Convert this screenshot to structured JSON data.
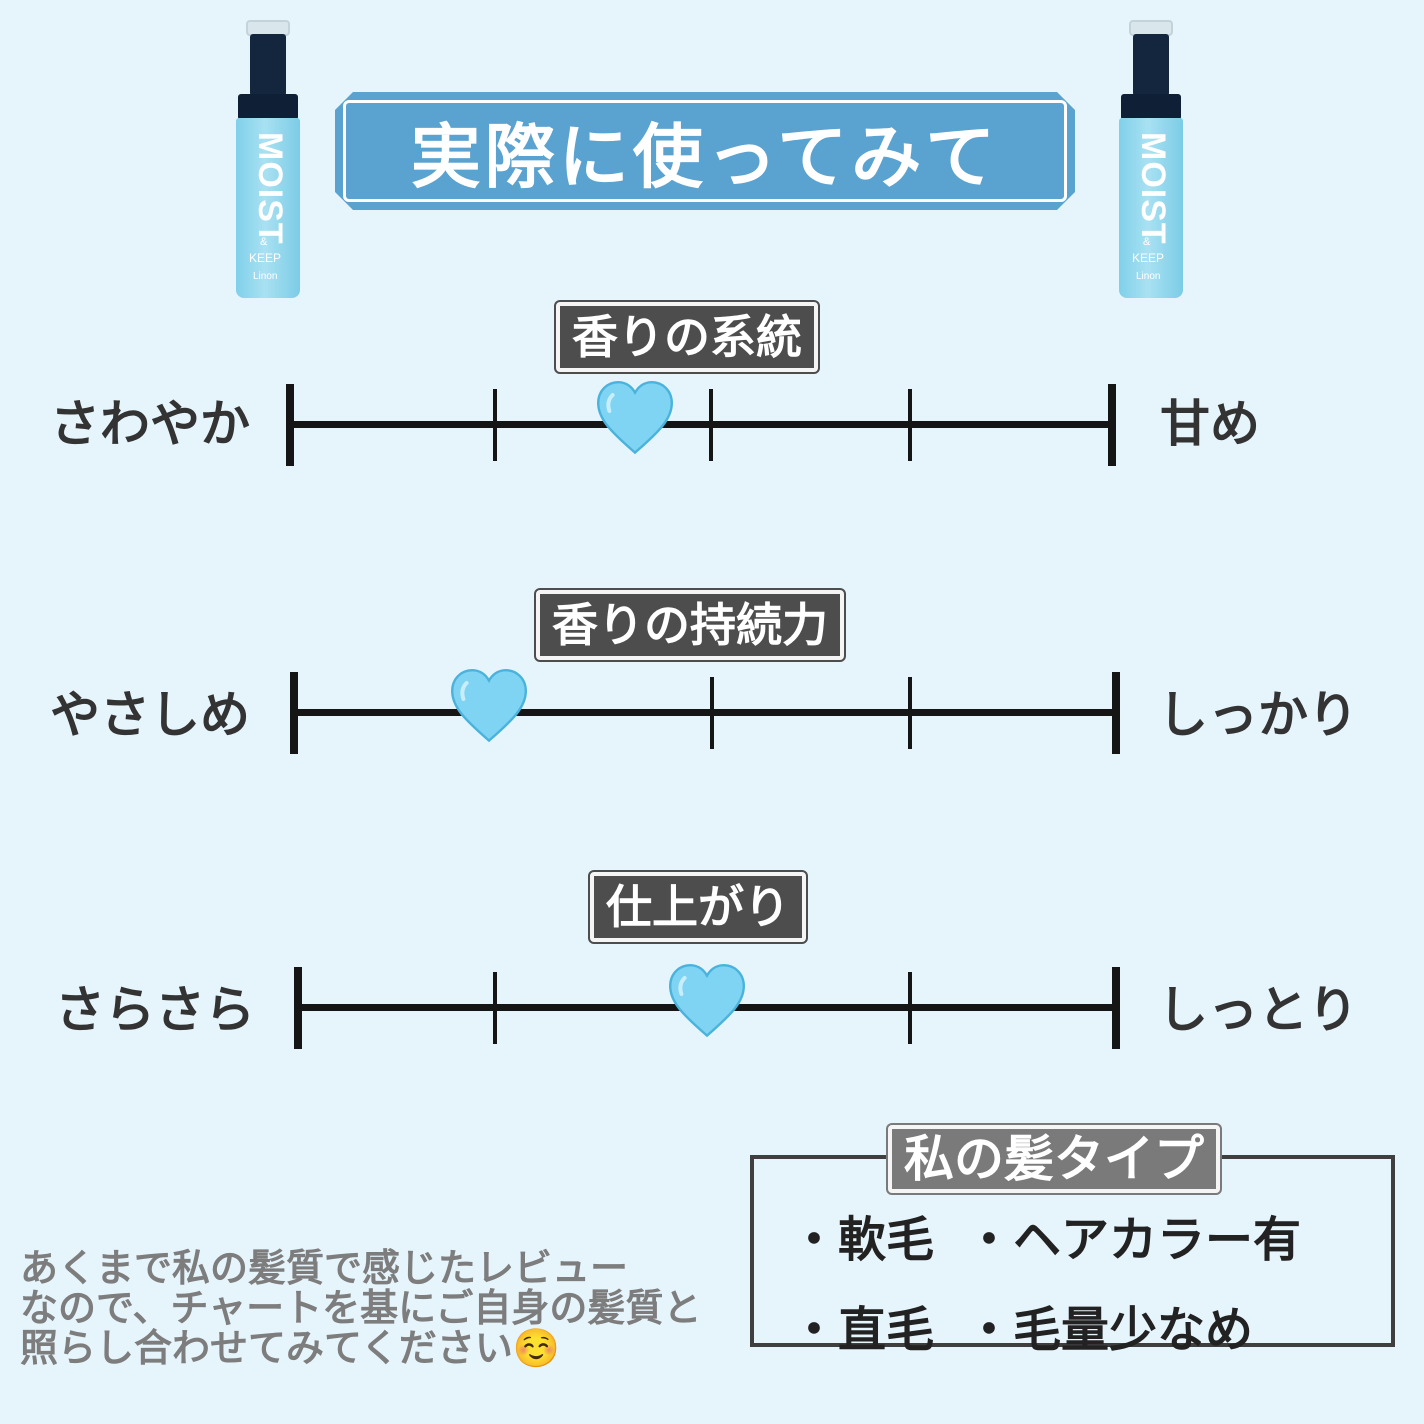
{
  "colors": {
    "background": "#e6f5fc",
    "banner": "#5aa2cf",
    "heading_bg": "#4d4d4d",
    "heart": "#7fd3f3",
    "note_text": "#7d7d7d"
  },
  "bottle": {
    "name": "MOIST",
    "amp": "&",
    "sub": "KEEP",
    "brand": "Linon"
  },
  "title": "実際に使ってみて",
  "scales": [
    {
      "heading": "香りの系統",
      "left_label": "さわやか",
      "right_label": "甘め",
      "rating_position": 0.42,
      "icon": "light-blue-heart-icon"
    },
    {
      "heading": "香りの持続力",
      "left_label": "やさしめ",
      "right_label": "しっかり",
      "rating_position": 0.24,
      "icon": "light-blue-heart-icon"
    },
    {
      "heading": "仕上がり",
      "left_label": "さらさら",
      "right_label": "しっとり",
      "rating_position": 0.5,
      "icon": "light-blue-heart-icon"
    }
  ],
  "hair_type": {
    "title": "私の髪タイプ",
    "items": [
      "・軟毛",
      "・ヘアカラー有",
      "・直毛",
      "・毛量少なめ"
    ]
  },
  "note": {
    "lines": [
      "あくまで私の髪質で感じたレビュー",
      "なので、チャートを基にご自身の髪質と",
      "照らし合わせてみてください☺️"
    ]
  }
}
